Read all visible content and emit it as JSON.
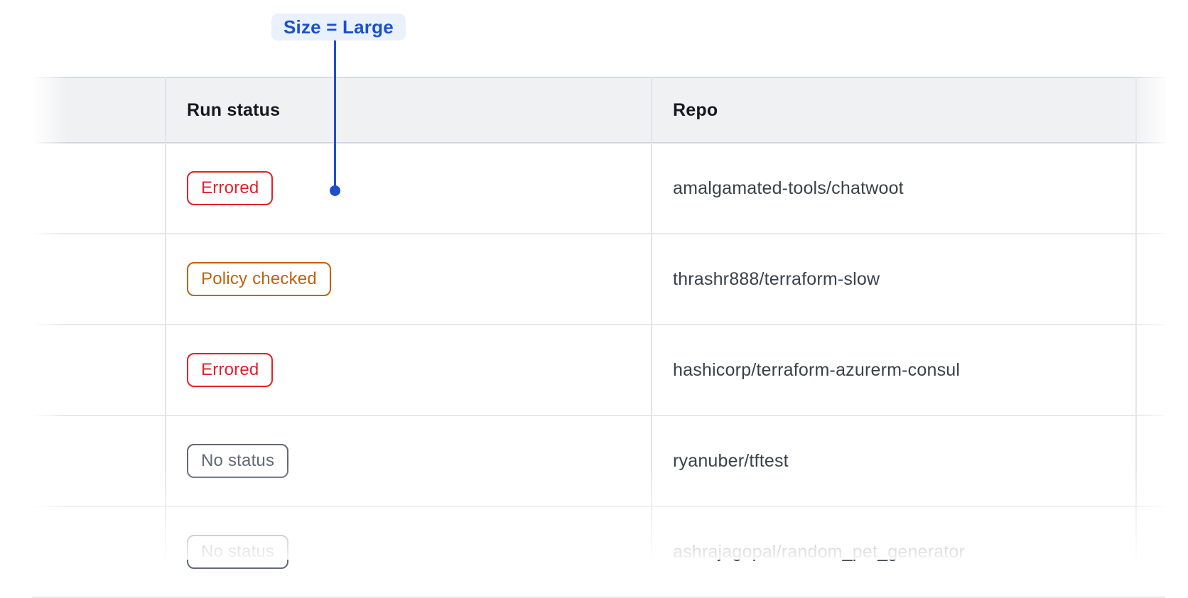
{
  "annotation": {
    "label": "Size = Large",
    "accent_color": "#1d4ed2",
    "bg_color": "#e9f1fd"
  },
  "table": {
    "columns": [
      {
        "label": ""
      },
      {
        "label": "Run status"
      },
      {
        "label": "Repo"
      }
    ],
    "rows": [
      {
        "status": "Errored",
        "variant": "errored",
        "repo": "amalgamated-tools/chatwoot"
      },
      {
        "status": "Policy checked",
        "variant": "policy-checked",
        "repo": "thrashr888/terraform-slow"
      },
      {
        "status": "Errored",
        "variant": "errored",
        "repo": "hashicorp/terraform-azurerm-consul"
      },
      {
        "status": "No status",
        "variant": "no-status",
        "repo": "ryanuber/tftest"
      },
      {
        "status": "No status",
        "variant": "no-status",
        "repo": "ashrajagopal/random_pet_generator"
      }
    ],
    "status_colors": {
      "errored": "#e0222b",
      "policy-checked": "#c2610c",
      "no-status": "#626876"
    },
    "header_bg": "#f0f1f3",
    "divider_color": "#e6e7eb"
  }
}
